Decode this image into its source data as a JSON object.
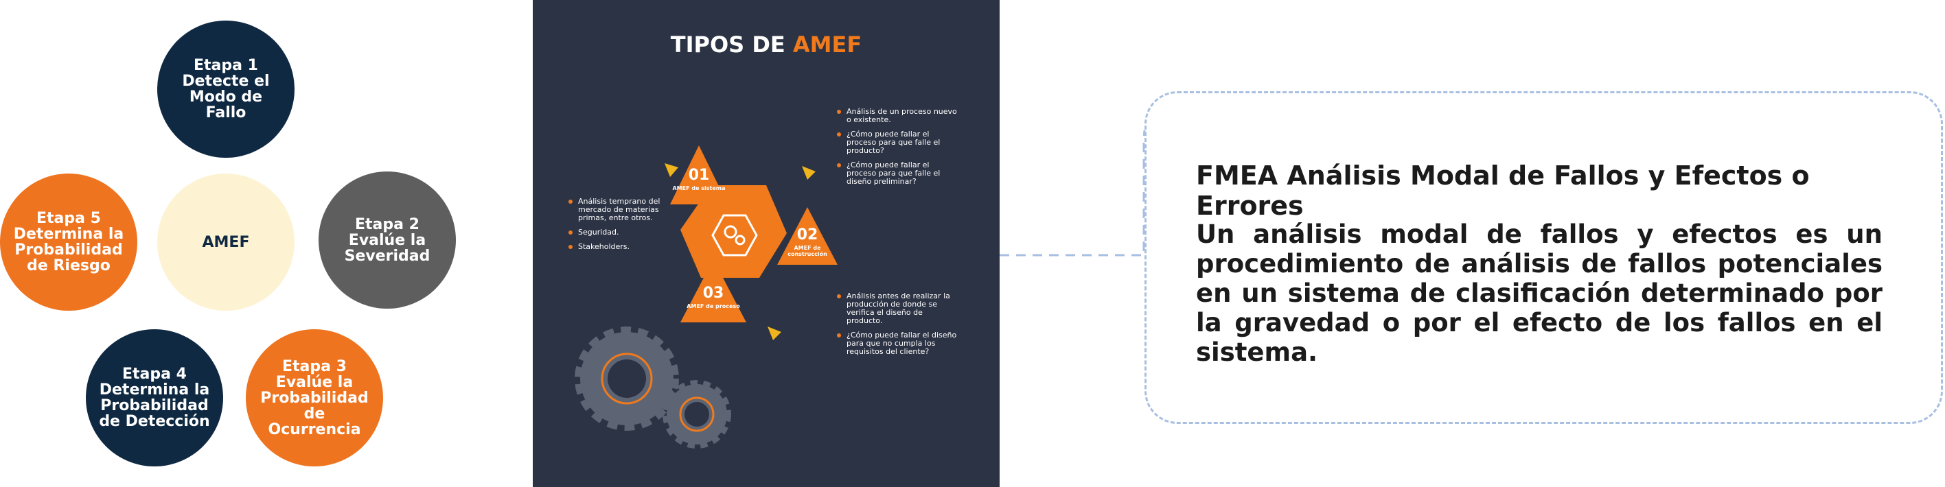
{
  "cycle": {
    "center": "AMEF",
    "stages": [
      {
        "label": "Etapa 1 Detecte el Modo de Fallo",
        "color": "#0f2942"
      },
      {
        "label": "Etapa 2 Evalúe la Severidad",
        "color": "#5e5e5e"
      },
      {
        "label": "Etapa 3 Evalúe la Probabilidad de Ocurrencia",
        "color": "#ee7420"
      },
      {
        "label": "Etapa 4 Determina la Probabilidad de Detección",
        "color": "#0f2942"
      },
      {
        "label": "Etapa 5 Determina la Probabilidad de Riesgo",
        "color": "#ee7420"
      }
    ]
  },
  "panel": {
    "title_a": "TIPOS DE ",
    "title_b": "AMEF",
    "colors": {
      "background": "#2c3344",
      "accent": "#f07a1c"
    },
    "types": [
      {
        "num": "01",
        "label": "AMEF de sistema"
      },
      {
        "num": "02",
        "label": "AMEF de construcción"
      },
      {
        "num": "03",
        "label": "AMEF de proceso"
      }
    ],
    "bullets_top_right": [
      "Análisis de un proceso nuevo o existente.",
      "¿Cómo puede fallar el proceso para que falle el producto?",
      "¿Cómo puede fallar el proceso para que falle el diseño preliminar?"
    ],
    "bullets_left": [
      "Análisis temprano del mercado de materias primas, entre otros.",
      "Seguridad.",
      "Stakeholders."
    ],
    "bullets_bottom_right": [
      "Análisis antes de realizar la producción de donde se verifica el diseño de producto.",
      "¿Cómo puede fallar el diseño para que no cumpla los requisitos del cliente?"
    ],
    "icons": [
      "gears-icon",
      "gear-icon"
    ]
  },
  "info": {
    "title": "FMEA Análisis Modal de Fallos y Efectos o Errores",
    "body": "Un análisis modal de fallos y efectos es un procedimiento de análisis de fallos potenciales en un sistema de clasificación determinado por la gravedad o por el efecto de los fallos en el sistema."
  }
}
